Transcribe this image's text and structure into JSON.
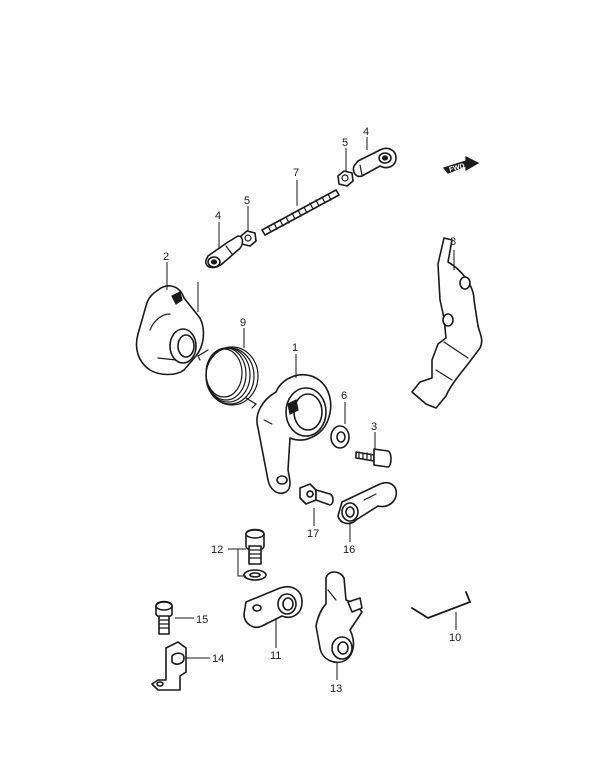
{
  "diagram": {
    "forward_marker": "FWD",
    "callouts": {
      "c1": "1",
      "c2": "2",
      "c3": "3",
      "c4a": "4",
      "c4b": "4",
      "c5a": "5",
      "c5b": "5",
      "c6": "6",
      "c7": "7",
      "c8": "8",
      "c9": "9",
      "c10": "10",
      "c11": "11",
      "c12": "12",
      "c13": "13",
      "c14": "14",
      "c15": "15",
      "c16": "16",
      "c17": "17"
    }
  }
}
